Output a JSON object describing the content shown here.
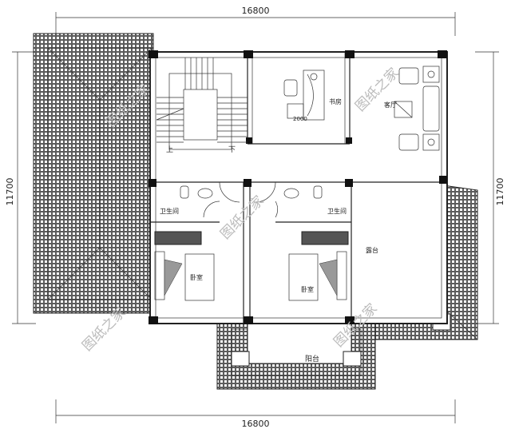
{
  "dimensions": {
    "top": "16800",
    "bottom": "16800",
    "left": "11700",
    "right": "11700"
  },
  "rooms": {
    "study": "书房",
    "living_room": "客厅",
    "bathroom_left": "卫生间",
    "bathroom_right": "卫生间",
    "bedroom_left": "卧室",
    "bedroom_right": "卧室",
    "terrace": "露台",
    "balcony": "阳台",
    "stair_up": "上",
    "stair_down": "下",
    "desk_label": "2000"
  },
  "watermark": "图纸之家",
  "colors": {
    "lines": "#222222",
    "background": "#ffffff",
    "watermark": "#bbbbbb"
  }
}
